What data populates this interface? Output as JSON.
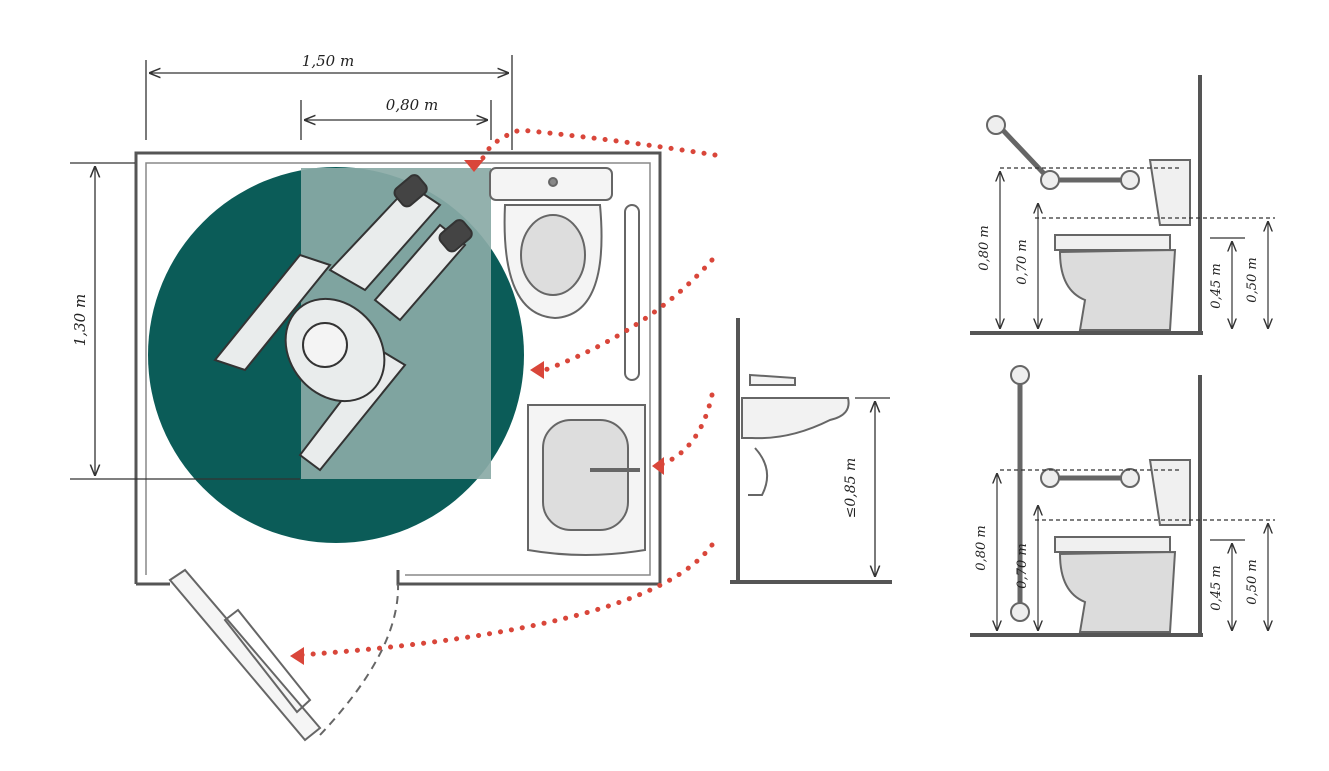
{
  "plan": {
    "width_label": "1,50 m",
    "clearance_label": "0,80 m",
    "depth_label": "1,30 m"
  },
  "sink_elevation": {
    "height_label": "≤0,85 m"
  },
  "toilet_elevation_top": {
    "rail_height_label": "0,80 m",
    "seat_height_label": "0,70 m",
    "bowl_height_label": "0,45 m",
    "tank_height_label": "0,50 m"
  },
  "toilet_elevation_bottom": {
    "rail_height_label": "0,80 m",
    "seat_height_label": "0,70 m",
    "bowl_height_label": "0,45 m",
    "tank_height_label": "0,50 m"
  },
  "colors": {
    "turning_circle": "#0b5c58",
    "clearance_zone": "#8aaaa6",
    "pointer_dots": "#d9463a",
    "wall": "#555555"
  }
}
